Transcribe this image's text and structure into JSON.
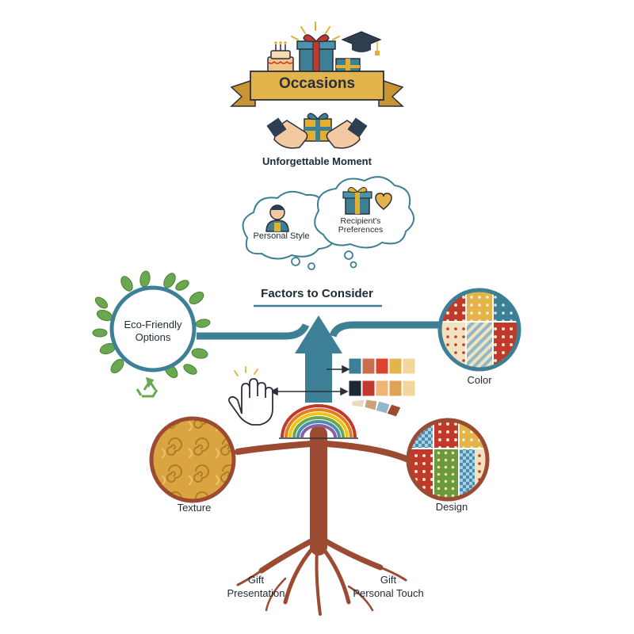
{
  "occasions": {
    "banner": "Occasions",
    "tagline": "Unforgettable Moment"
  },
  "thoughts": {
    "personal_style": "Personal Style",
    "recipient_line1": "Recipient's",
    "recipient_line2": "Preferences"
  },
  "factors": {
    "heading": "Factors to Consider"
  },
  "branches": {
    "eco_line1": "Eco-Friendly",
    "eco_line2": "Options",
    "color": "Color",
    "texture": "Texture",
    "design": "Design"
  },
  "roots": {
    "presentation_line1": "Gift",
    "presentation_line2": "Presentation",
    "touch_line1": "Gift",
    "touch_line2": "Personal Touch"
  },
  "colors": {
    "teal": "#3d7f95",
    "brown": "#9c4a32",
    "gold": "#d9a441",
    "leaf": "#6aa84f",
    "red": "#c0392b",
    "navy": "#2c3e50",
    "cream": "#f3d69b"
  },
  "icons": [
    "cake-icon",
    "gift-icon",
    "graduation-cap-icon",
    "hands-gift-icon",
    "person-icon",
    "heart-icon",
    "hand-touch-icon",
    "rainbow-icon",
    "recycle-icon",
    "palette-swatches"
  ]
}
